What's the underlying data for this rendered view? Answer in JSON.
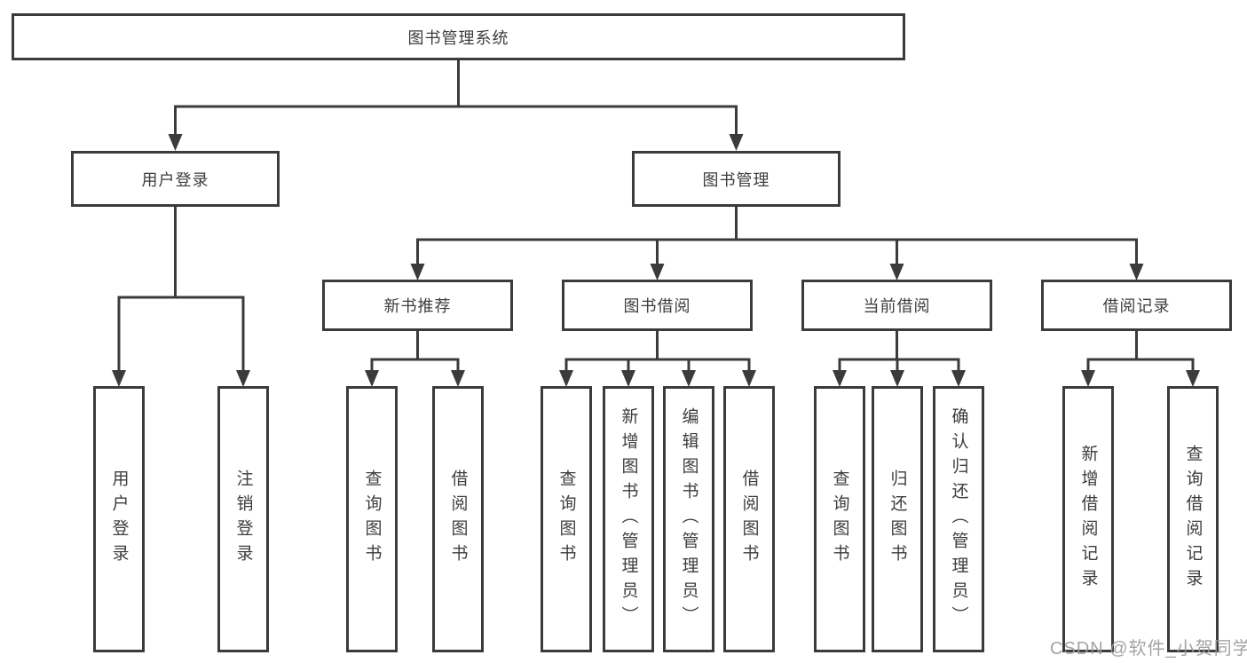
{
  "nodes": {
    "root": "图书管理系统",
    "user_login": "用户登录",
    "book_mgmt": "图书管理",
    "new_book_rec": "新书推荐",
    "book_borrow": "图书借阅",
    "current_borrow": "当前借阅",
    "borrow_record": "借阅记录",
    "leaves": {
      "user_login": [
        "用户登录",
        "注销登录"
      ],
      "new_book_rec": [
        "查询图书",
        "借阅图书"
      ],
      "book_borrow": [
        "查询图书",
        "新增图书（管理员）",
        "编辑图书（管理员）",
        "借阅图书"
      ],
      "current_borrow": [
        "查询图书",
        "归还图书",
        "确认归还（管理员）"
      ],
      "borrow_record": [
        "新增借阅记录",
        "查询借阅记录"
      ]
    }
  },
  "watermark": "CSDN @软件_小贺同学",
  "colors": {
    "line": "#3b3b3b",
    "text": "#3d3d3d",
    "watermark": "#9b9b9b",
    "background": "#ffffff"
  }
}
